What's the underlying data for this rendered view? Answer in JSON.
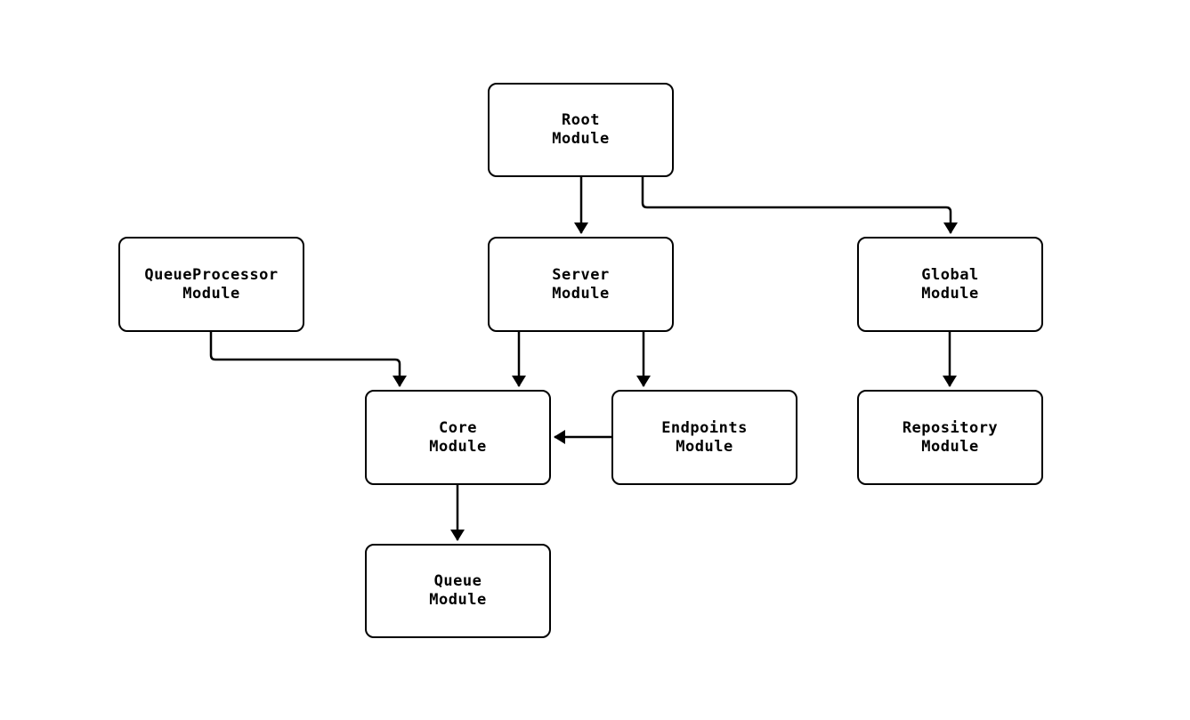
{
  "diagram": {
    "type": "flowchart",
    "direction": "top-down",
    "background_color": "#ffffff",
    "node_fill_color": "#ffffff",
    "node_border_color": "#000000",
    "edge_color": "#000000",
    "text_color": "#000000"
  },
  "nodes": {
    "root": {
      "label": "Root\nModule"
    },
    "queueprocessor": {
      "label": "QueueProcessor\nModule"
    },
    "server": {
      "label": "Server\nModule"
    },
    "global": {
      "label": "Global\nModule"
    },
    "core": {
      "label": "Core\nModule"
    },
    "endpoints": {
      "label": "Endpoints\nModule"
    },
    "repository": {
      "label": "Repository\nModule"
    },
    "queue": {
      "label": "Queue\nModule"
    }
  },
  "edges": [
    {
      "from": "Root Module",
      "to": "Server Module"
    },
    {
      "from": "Root Module",
      "to": "Global Module"
    },
    {
      "from": "QueueProcessor Module",
      "to": "Core Module"
    },
    {
      "from": "Server Module",
      "to": "Core Module"
    },
    {
      "from": "Server Module",
      "to": "Endpoints Module"
    },
    {
      "from": "Endpoints Module",
      "to": "Core Module"
    },
    {
      "from": "Core Module",
      "to": "Queue Module"
    },
    {
      "from": "Global Module",
      "to": "Repository Module"
    }
  ]
}
